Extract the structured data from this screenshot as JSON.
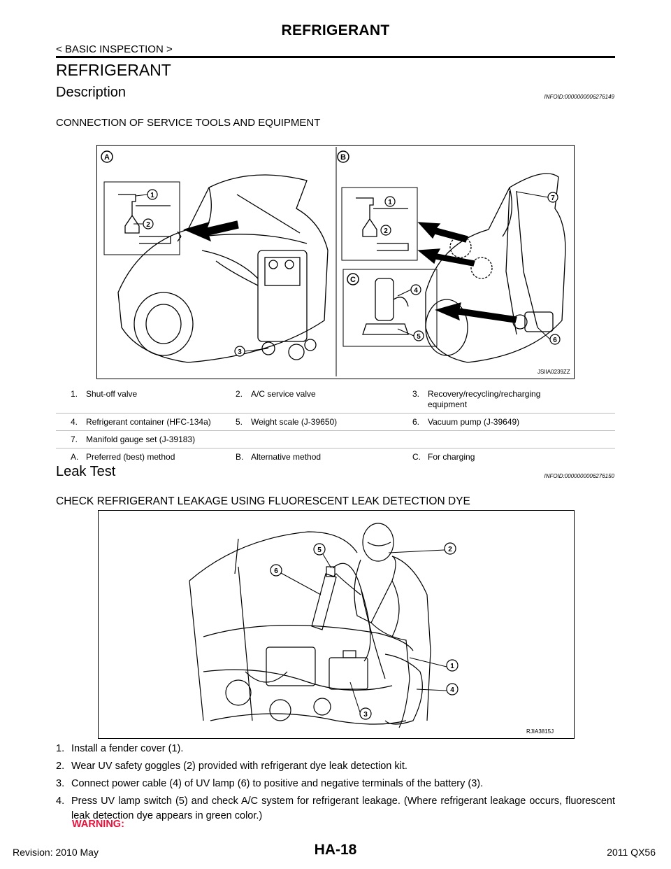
{
  "header": {
    "title": "REFRIGERANT",
    "breadcrumb": "< BASIC INSPECTION >"
  },
  "section": {
    "title": "REFRIGERANT"
  },
  "description": {
    "title": "Description",
    "info_id": "INFOID:0000000006276149",
    "heading": "CONNECTION OF SERVICE TOOLS AND EQUIPMENT",
    "figure_code": "JSIIA0239ZZ",
    "panel_labels": [
      "A",
      "B",
      "C"
    ],
    "callouts": [
      "1",
      "2",
      "3",
      "4",
      "5",
      "6",
      "7"
    ],
    "legend": [
      [
        {
          "num": "1.",
          "text": "Shut-off valve"
        },
        {
          "num": "2.",
          "text": "A/C service valve"
        },
        {
          "num": "3.",
          "text": "Recovery/recycling/recharging equipment"
        }
      ],
      [
        {
          "num": "4.",
          "text": "Refrigerant container (HFC-134a)"
        },
        {
          "num": "5.",
          "text": "Weight scale (J-39650)"
        },
        {
          "num": "6.",
          "text": "Vacuum pump (J-39649)"
        }
      ],
      [
        {
          "num": "7.",
          "text": "Manifold gauge set (J-39183)"
        },
        {
          "num": "",
          "text": ""
        },
        {
          "num": "",
          "text": ""
        }
      ],
      [
        {
          "num": "A.",
          "text": "Preferred (best) method"
        },
        {
          "num": "B.",
          "text": "Alternative method"
        },
        {
          "num": "C.",
          "text": "For charging"
        }
      ]
    ]
  },
  "leak_test": {
    "title": "Leak Test",
    "info_id": "INFOID:0000000006276150",
    "heading": "CHECK REFRIGERANT LEAKAGE USING FLUORESCENT LEAK DETECTION DYE",
    "figure_code": "RJIA3815J",
    "callouts": [
      "1",
      "2",
      "3",
      "4",
      "5",
      "6"
    ],
    "steps": [
      {
        "num": "1.",
        "text": "Install a fender cover (1)."
      },
      {
        "num": "2.",
        "text": "Wear UV safety goggles (2) provided with refrigerant dye leak detection kit."
      },
      {
        "num": "3.",
        "text": "Connect power cable (4) of UV lamp (6) to positive and negative terminals of the battery (3)."
      },
      {
        "num": "4.",
        "text": "Press UV lamp switch (5) and check A/C system for refrigerant leakage. (Where refrigerant leakage occurs, fluorescent leak detection dye appears in green color.)"
      }
    ],
    "warning": "WARNING:"
  },
  "footer": {
    "revision": "Revision: 2010 May",
    "page": "HA-18",
    "model": "2011 QX56"
  },
  "colors": {
    "warning": "#e0143c",
    "text": "#000000"
  }
}
